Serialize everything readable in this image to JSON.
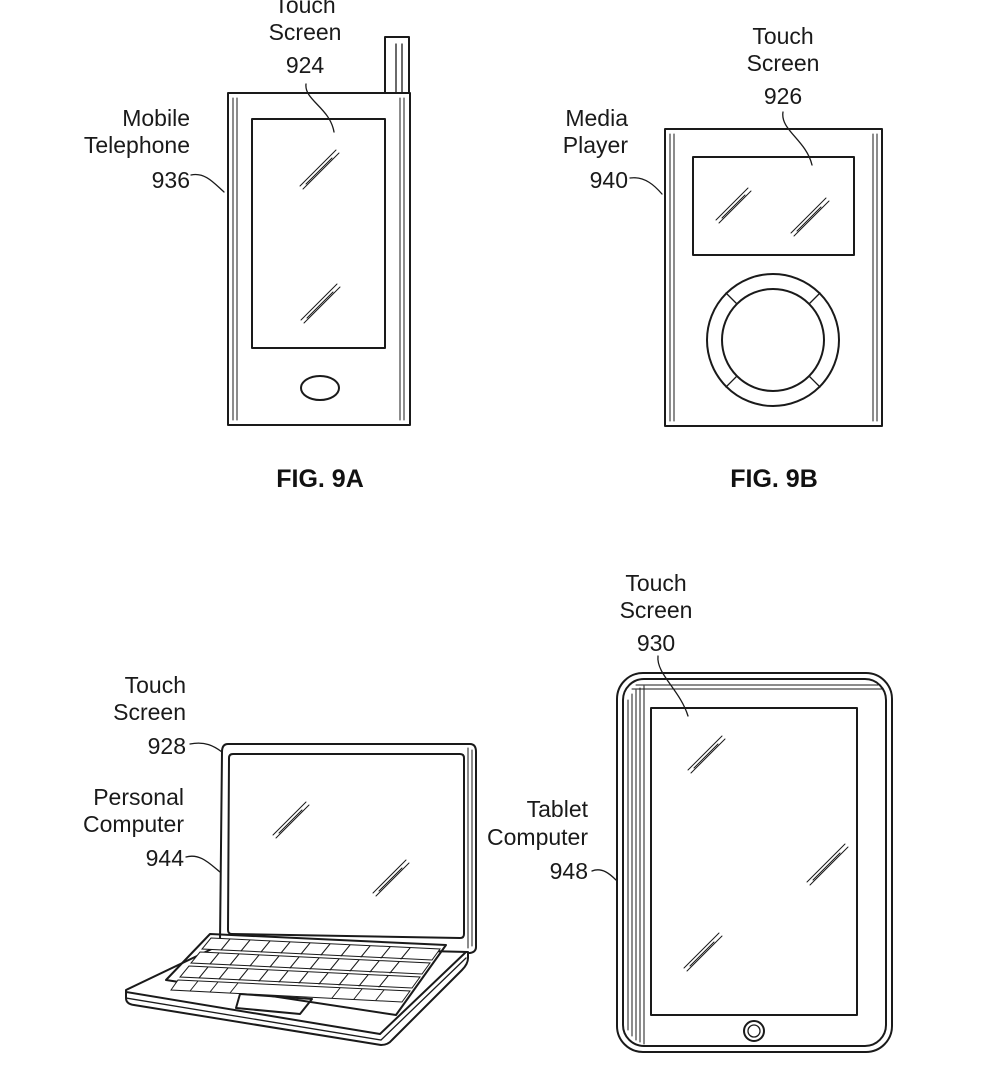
{
  "figures": {
    "fig_9a": {
      "caption": "FIG. 9A",
      "device_label": {
        "line1": "Mobile",
        "line2": "Telephone",
        "ref": "936"
      },
      "screen_label": {
        "line1": "Touch",
        "line2": "Screen",
        "ref": "924"
      }
    },
    "fig_9b": {
      "caption": "FIG. 9B",
      "device_label": {
        "line1": "Media",
        "line2": "Player",
        "ref": "940"
      },
      "screen_label": {
        "line1": "Touch",
        "line2": "Screen",
        "ref": "926"
      }
    },
    "fig_9c": {
      "device_label": {
        "line1": "Personal",
        "line2": "Computer",
        "ref": "944"
      },
      "screen_label": {
        "line1": "Touch",
        "line2": "Screen",
        "ref": "928"
      }
    },
    "fig_9d": {
      "device_label": {
        "line1": "Tablet",
        "line2": "Computer",
        "ref": "948"
      },
      "screen_label": {
        "line1": "Touch",
        "line2": "Screen",
        "ref": "930"
      }
    }
  }
}
